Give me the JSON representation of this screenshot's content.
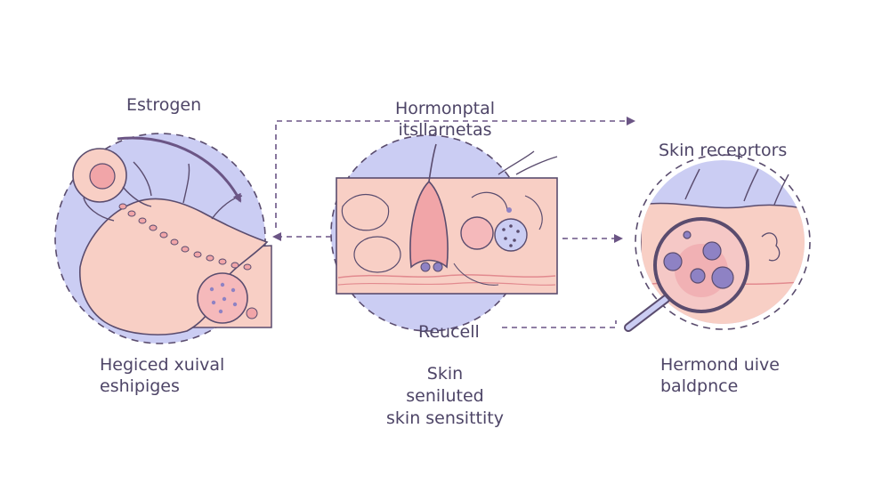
{
  "labels": {
    "estrogen": "Estrogen",
    "hormonal_title_line1": "Hormonptal",
    "hormonal_title_line2": "itsllarnetas",
    "skin_receptors": "Skin receprtors",
    "reucell": "Reucell",
    "left_caption_line1": "Hegiced хuival",
    "left_caption_line2": "eshipiges",
    "center_caption_line1": "Skin",
    "center_caption_line2": "seniluted",
    "center_caption_line3": "skin sensittity",
    "right_caption_line1": "Hermond uive",
    "right_caption_line2": "baldpnce"
  },
  "colors": {
    "text": "#4e4567",
    "arrow": "#6b5585",
    "circle_fill": "#cbcdf3",
    "skin_fill": "#f8cfc5",
    "skin_outline": "#5a4c6e",
    "cell_fill": "#f1a5a8",
    "purple_dot": "#8e82c4"
  }
}
